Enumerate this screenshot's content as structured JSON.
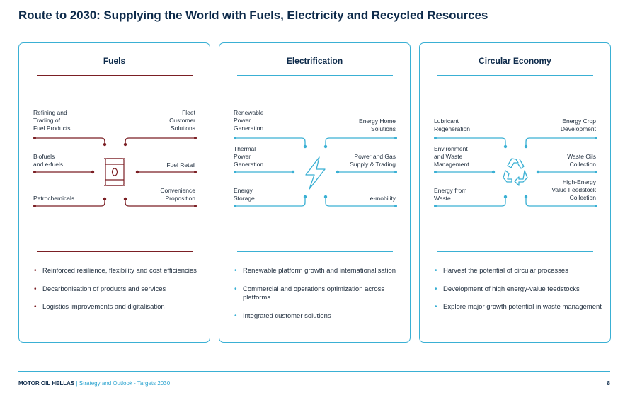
{
  "title": "Route to 2030: Supplying the World with Fuels, Electricity and Recycled Resources",
  "colors": {
    "fuels": "#7b1f24",
    "electrification": "#3ab0d4",
    "circular": "#3ab0d4",
    "navy": "#0d2a4a"
  },
  "panels": [
    {
      "title": "Fuels",
      "icon": "oil-barrel-icon",
      "left_labels": [
        "Refining and\nTrading of\nFuel Products",
        "Biofuels\nand e-fuels",
        "Petrochemicals"
      ],
      "right_labels": [
        "Fleet\nCustomer\nSolutions",
        "Fuel Retail",
        "Convenience\nProposition"
      ],
      "bullets": [
        "Reinforced resilience, flexibility and cost efficiencies",
        "Decarbonisation of products and services",
        "Logistics improvements and digitalisation"
      ]
    },
    {
      "title": "Electrification",
      "icon": "lightning-icon",
      "left_labels": [
        "Renewable\nPower\nGeneration",
        "Thermal\nPower\nGeneration",
        "Energy\nStorage"
      ],
      "right_labels": [
        "Energy Home\nSolutions",
        "Power and Gas\nSupply & Trading",
        "e-mobility"
      ],
      "bullets": [
        "Renewable platform growth and internationalisation",
        "Commercial and operations optimization across platforms",
        "Integrated customer solutions"
      ]
    },
    {
      "title": "Circular Economy",
      "icon": "recycle-icon",
      "left_labels": [
        "Lubricant\nRegeneration",
        "Environment\nand Waste\nManagement",
        "Energy from\nWaste"
      ],
      "right_labels": [
        "Energy Crop\nDevelopment",
        "Waste Oils\nCollection",
        "High-Energy\nValue Feedstock\nCollection"
      ],
      "bullets": [
        "Harvest the potential of circular processes",
        "Development of high energy-value feedstocks",
        "Explore major growth potential in waste management"
      ]
    }
  ],
  "footer": {
    "brand": "MOTOR OIL HELLAS",
    "separator": " | ",
    "subtitle": "Strategy and Outlook - Targets 2030",
    "page": "8"
  }
}
